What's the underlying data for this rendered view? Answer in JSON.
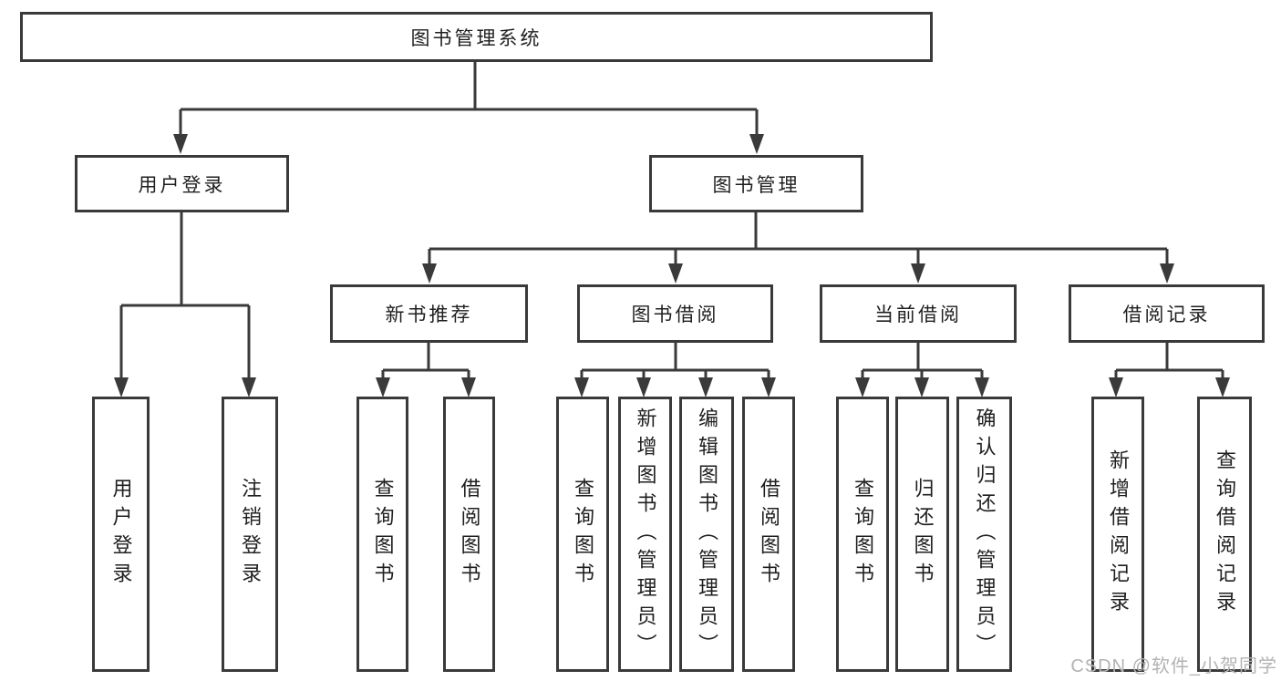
{
  "tree": {
    "root": {
      "label": "图书管理系统"
    },
    "level2": [
      {
        "label": "用户登录"
      },
      {
        "label": "图书管理"
      }
    ],
    "level3": [
      {
        "label": "新书推荐"
      },
      {
        "label": "图书借阅"
      },
      {
        "label": "当前借阅"
      },
      {
        "label": "借阅记录"
      }
    ],
    "leaves": {
      "user_login": [
        "用户登录",
        "注销登录"
      ],
      "new_book": [
        "查询图书",
        "借阅图书"
      ],
      "borrow": [
        "查询图书",
        "新增图书（管理员）",
        "编辑图书（管理员）",
        "借阅图书"
      ],
      "current": [
        "查询图书",
        "归还图书",
        "确认归还（管理员）"
      ],
      "records": [
        "新增借阅记录",
        "查询借阅记录"
      ]
    }
  },
  "watermark": "CSDN @软件_小贺同学",
  "colors": {
    "line": "#3a3a3a",
    "text": "#1f1f1f",
    "watermark": "#b3b3b3",
    "background": "#ffffff"
  }
}
